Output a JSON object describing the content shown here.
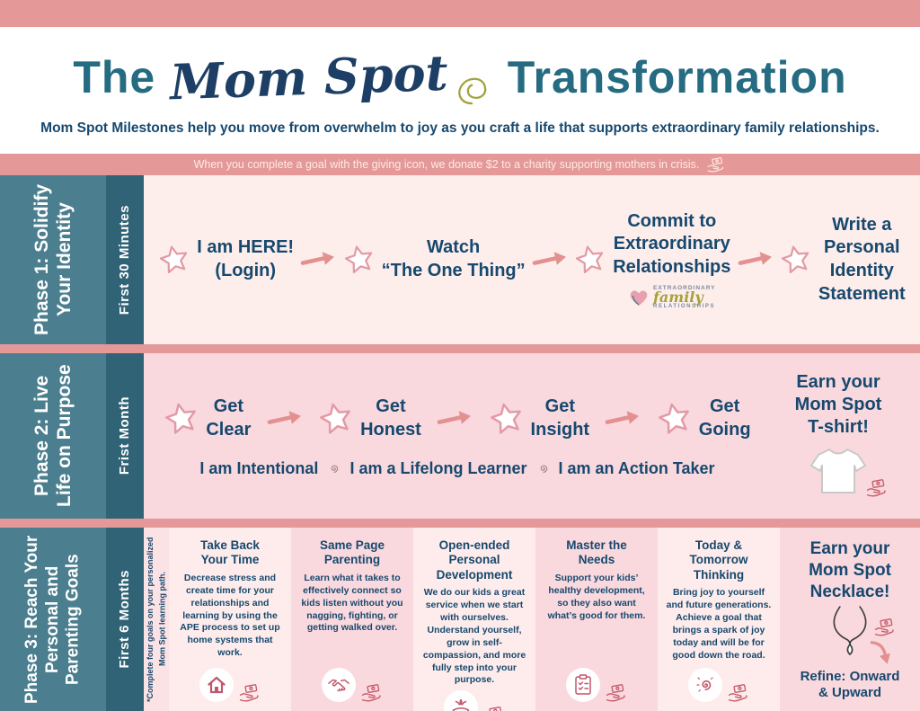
{
  "colors": {
    "salmon_accent": "#e59898",
    "phase1_bg": "#fdeeec",
    "phase_bg": "#f9d9de",
    "sidebar_teal": "#4b7e8e",
    "sidebar_dark_teal": "#2f6375",
    "navy_text": "#17486e",
    "title_teal": "#256b82",
    "brand_navy": "#1d3f66",
    "goal_icon_pink": "#c2566b",
    "olive_accent": "#a3a23f"
  },
  "header": {
    "title_the": "The",
    "title_brand": "Mom Spot",
    "title_rest": "Transformation",
    "subtitle": "Mom Spot Milestones help you move from overwhelm to joy as you craft a life that supports extraordinary family relationships.",
    "notice": "When you complete a goal with the giving icon, we donate $2 to a charity supporting mothers in crisis.",
    "notice_icon": "giving-hand-icon",
    "title_flourish_icon": "swirl-icon"
  },
  "phase1": {
    "label": "Phase 1: Solidify Your Identity",
    "timeframe": "First 30 Minutes",
    "step_icon": "star-icon",
    "connector_icon": "arrow-right-icon",
    "steps": [
      "I am HERE!\n(Login)",
      "Watch\n“The One Thing”",
      "Commit to\nExtraordinary\nRelationships",
      "Write a\nPersonal\nIdentity\nStatement"
    ],
    "logo": {
      "icon": "heart-icon",
      "top": "EXTRAORDINARY",
      "mid": "family",
      "bottom": "RELATIONSHIPS"
    }
  },
  "phase2": {
    "label": "Phase 2: Live Life on Purpose",
    "timeframe": "Frist Month",
    "steps": [
      "Get\nClear",
      "Get\nHonest",
      "Get\nInsight",
      "Get\nGoing"
    ],
    "separator_icon": "spiral-icon",
    "identities": [
      "I am Intentional",
      "I am a Lifelong Learner",
      "I am an Action Taker"
    ],
    "reward": "Earn your\nMom Spot\nT-shirt!",
    "reward_icons": [
      "tshirt-icon",
      "giving-hand-icon"
    ]
  },
  "phase3": {
    "label": "Phase 3: Reach Your Personal and Parenting Goals",
    "timeframe": "First 6 Months",
    "footnote": "*Complete four goals on your personalized Mom Spot learning path.",
    "goals": [
      {
        "title": "Take Back\nYour Time",
        "desc": "Decrease stress and create time for your relationships and learning by using the APE process to set up home systems that work.",
        "icon": "house-icon",
        "giving_icon": "giving-hand-icon"
      },
      {
        "title": "Same Page\nParenting",
        "desc": "Learn what it takes to effectively connect so kids listen without you nagging, fighting, or getting walked over.",
        "icon": "handshake-icon",
        "giving_icon": "giving-hand-icon"
      },
      {
        "title": "Open-ended\nPersonal\nDevelopment",
        "desc": "We do our kids a great service when we start with ourselves. Understand yourself, grow in self-compassion, and more fully step into your purpose.",
        "icon": "lotus-hand-icon",
        "giving_icon": "giving-hand-icon"
      },
      {
        "title": "Master the\nNeeds",
        "desc": "Support your kids’ healthy development, so they also want what’s good for them.",
        "icon": "checklist-icon",
        "giving_icon": "giving-hand-icon"
      },
      {
        "title": "Today &\nTomorrow\nThinking",
        "desc": "Bring joy to yourself and future generations. Achieve a goal that brings a spark of joy today and will be for good down the road.",
        "icon": "sun-spiral-icon",
        "giving_icon": "giving-hand-icon"
      }
    ],
    "reward": "Earn your\nMom Spot\nNecklace!",
    "reward_icons": [
      "necklace-icon",
      "giving-hand-icon",
      "curved-arrow-icon"
    ],
    "refine": "Refine: Onward\n& Upward"
  }
}
